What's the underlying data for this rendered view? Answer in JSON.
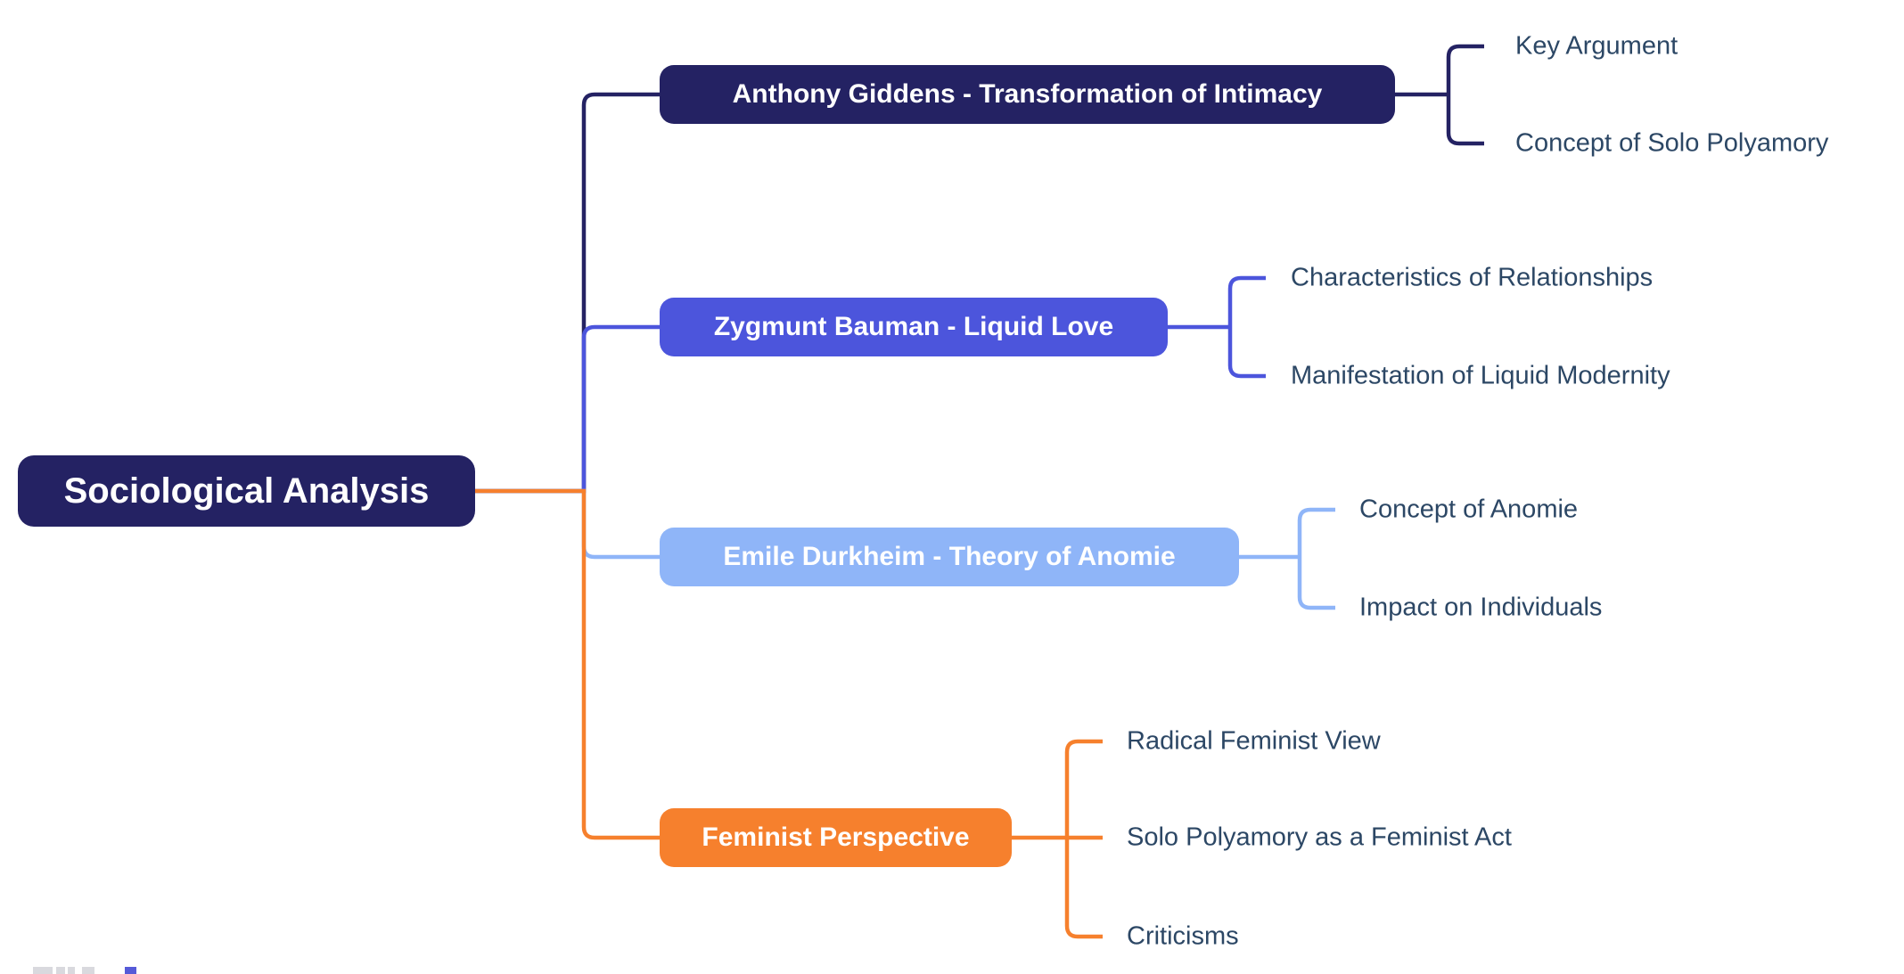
{
  "mindmap": {
    "background": "#FFFFFF",
    "root": {
      "label": "Sociological Analysis",
      "color": "#242263",
      "text_color": "#FFFFFF"
    },
    "branches": [
      {
        "label": "Anthony Giddens - Transformation of Intimacy",
        "color": "#242263",
        "text_color": "#FFFFFF",
        "children": [
          {
            "label": "Key Argument"
          },
          {
            "label": "Concept of Solo Polyamory"
          }
        ]
      },
      {
        "label": "Zygmunt Bauman - Liquid Love",
        "color": "#4C55DC",
        "text_color": "#FFFFFF",
        "children": [
          {
            "label": "Characteristics of Relationships"
          },
          {
            "label": "Manifestation of Liquid Modernity"
          }
        ]
      },
      {
        "label": "Emile Durkheim - Theory of Anomie",
        "color": "#8FB5F8",
        "text_color": "#FFFFFF",
        "children": [
          {
            "label": "Concept of Anomie"
          },
          {
            "label": "Impact on Individuals"
          }
        ]
      },
      {
        "label": "Feminist Perspective",
        "color": "#F6802D",
        "text_color": "#FFFFFF",
        "children": [
          {
            "label": "Radical Feminist View"
          },
          {
            "label": "Solo Polyamory as a Feminist Act"
          },
          {
            "label": "Criticisms"
          }
        ]
      }
    ],
    "child_text_color": "#2C4765"
  }
}
